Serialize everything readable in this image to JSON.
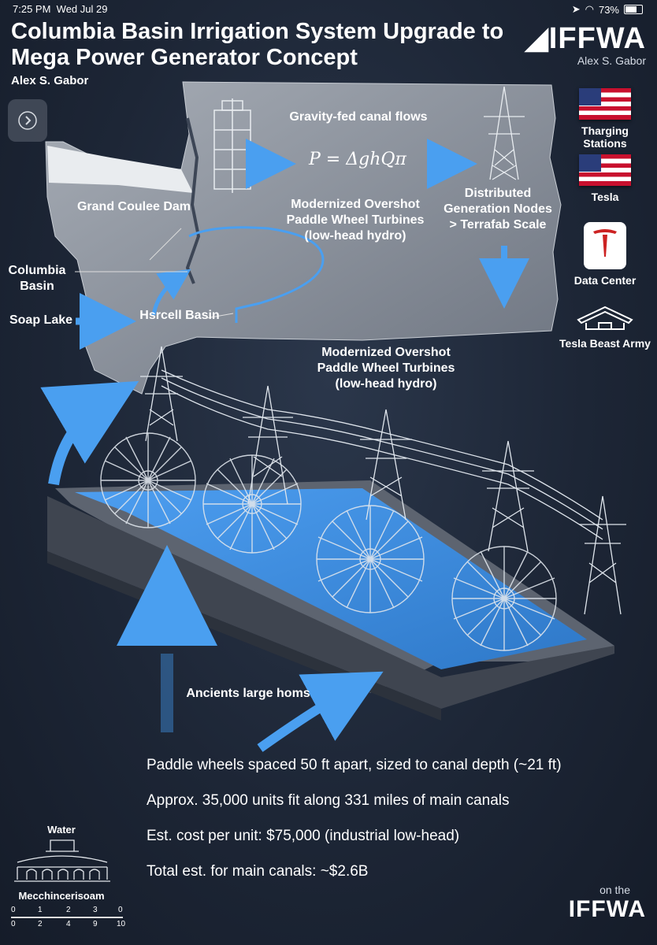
{
  "status_bar": {
    "time": "7:25 PM",
    "date": "Wed Jul 29",
    "battery": "73%"
  },
  "header": {
    "title": "Columbia Basin Irrigation System Upgrade to Mega Power Generator Concept",
    "author": "Alex S. Gabor",
    "brand": "IFFWA",
    "brand_author": "Alex S. Gabor"
  },
  "diagram": {
    "canal_flow": "Gravity-fed canal flows",
    "formula": "P = ΔghQπ",
    "turbine_label": "Modernized Overshot Paddle Wheel Turbines (low-head hydro)",
    "distributed": "Distributed Generation Nodes > Terrafab Scale",
    "grand_coulee": "Grand Coulee Dam",
    "columbia_basin": "Columbia Basin",
    "soap_lake": "Soap Lake",
    "hsrcell_basin": "Hsrcell Basin",
    "turbine_label_2": "Modernized Overshot Paddle Wheel Turbines (low-head hydro)",
    "ancients": "Ancients large homs"
  },
  "sidebar": [
    {
      "label": "Tharging Stations",
      "icon": "us-flag-icon"
    },
    {
      "label": "Tesla",
      "icon": "us-flag-icon"
    },
    {
      "label": "Data Center",
      "icon": "tesla-logo-icon"
    },
    {
      "label": "Tesla Beast Army",
      "icon": "warehouse-icon"
    }
  ],
  "facts": [
    "Paddle wheels spaced 50 ft apart, sized to canal depth (~21 ft)",
    "Approx. 35,000 units fit along 331 miles of main canals",
    "Est. cost per unit: $75,000 (industrial low-head)",
    "Total est. for main canals: ~$2.6B"
  ],
  "legend": {
    "top": "Water",
    "bottom": "Mecchincerisoam",
    "scale_top": [
      "0",
      "1",
      "2",
      "3",
      "0"
    ],
    "scale_bottom": [
      "0",
      "2",
      "4",
      "9",
      "10"
    ]
  },
  "footer": {
    "on_the": "on the",
    "brand": "IFFWA"
  },
  "colors": {
    "water": "#3c8fe0",
    "arrow": "#4a9ff0",
    "state": "#9aa1ab",
    "background": "#1d2636"
  }
}
